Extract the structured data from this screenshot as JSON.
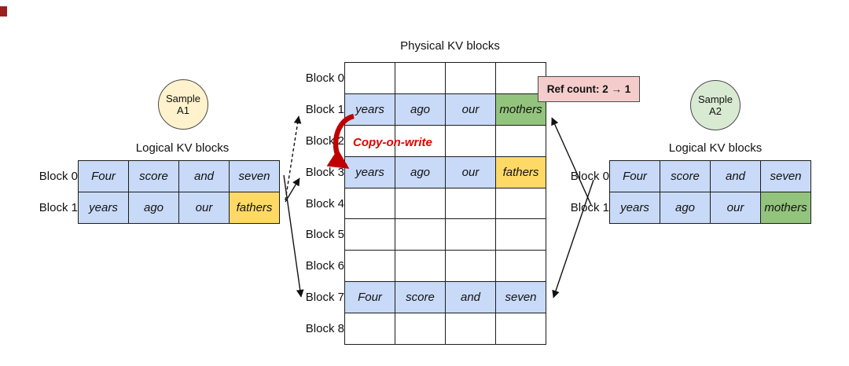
{
  "palette": {
    "blue": "#C9DAF8",
    "green": "#93C47D",
    "orange": "#FFD966",
    "pink": "#F4CCCC",
    "circle_a1": "#FFF2CC",
    "circle_a2": "#D9EAD3",
    "red": "#E00000",
    "indicator": "#9C1F1F"
  },
  "left": {
    "sample": {
      "line1": "Sample",
      "line2": "A1"
    },
    "title": "Logical KV blocks",
    "row_labels": [
      "Block 0",
      "Block 1"
    ],
    "rows": [
      [
        {
          "t": "Four",
          "c": "blue"
        },
        {
          "t": "score",
          "c": "blue"
        },
        {
          "t": "and",
          "c": "blue"
        },
        {
          "t": "seven",
          "c": "blue"
        }
      ],
      [
        {
          "t": "years",
          "c": "blue"
        },
        {
          "t": "ago",
          "c": "blue"
        },
        {
          "t": "our",
          "c": "blue"
        },
        {
          "t": "fathers",
          "c": "orange"
        }
      ]
    ]
  },
  "physical": {
    "title": "Physical KV blocks",
    "row_labels": [
      "Block 0",
      "Block 1",
      "Block 2",
      "Block 3",
      "Block 4",
      "Block 5",
      "Block 6",
      "Block 7",
      "Block 8"
    ],
    "rows": [
      [
        null,
        null,
        null,
        null
      ],
      [
        {
          "t": "years",
          "c": "blue"
        },
        {
          "t": "ago",
          "c": "blue"
        },
        {
          "t": "our",
          "c": "blue"
        },
        {
          "t": "mothers",
          "c": "green"
        }
      ],
      [
        null,
        null,
        null,
        null
      ],
      [
        {
          "t": "years",
          "c": "blue"
        },
        {
          "t": "ago",
          "c": "blue"
        },
        {
          "t": "our",
          "c": "blue"
        },
        {
          "t": "fathers",
          "c": "orange"
        }
      ],
      [
        null,
        null,
        null,
        null
      ],
      [
        null,
        null,
        null,
        null
      ],
      [
        null,
        null,
        null,
        null
      ],
      [
        {
          "t": "Four",
          "c": "blue"
        },
        {
          "t": "score",
          "c": "blue"
        },
        {
          "t": "and",
          "c": "blue"
        },
        {
          "t": "seven",
          "c": "blue"
        }
      ],
      [
        null,
        null,
        null,
        null
      ]
    ],
    "annotation": "Copy-on-write"
  },
  "ref_count": {
    "text": "Ref count: 2 → 1"
  },
  "right": {
    "sample": {
      "line1": "Sample",
      "line2": "A2"
    },
    "title": "Logical KV blocks",
    "row_labels": [
      "Block 0",
      "Block 1"
    ],
    "rows": [
      [
        {
          "t": "Four",
          "c": "blue"
        },
        {
          "t": "score",
          "c": "blue"
        },
        {
          "t": "and",
          "c": "blue"
        },
        {
          "t": "seven",
          "c": "blue"
        }
      ],
      [
        {
          "t": "years",
          "c": "blue"
        },
        {
          "t": "ago",
          "c": "blue"
        },
        {
          "t": "our",
          "c": "blue"
        },
        {
          "t": "mothers",
          "c": "green"
        }
      ]
    ]
  }
}
